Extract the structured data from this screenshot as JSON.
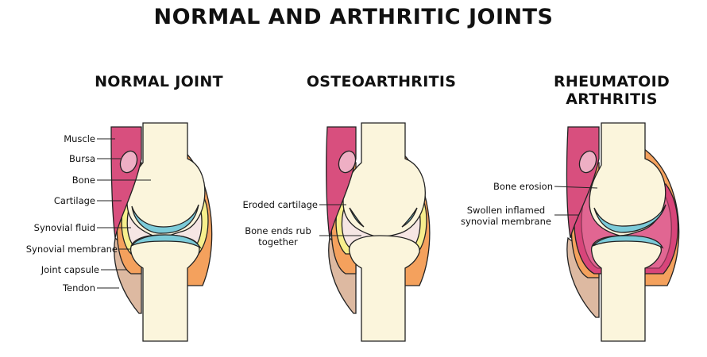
{
  "title": "NORMAL AND ARTHRITIC JOINTS",
  "panels": [
    {
      "title": "NORMAL JOINT",
      "labels": [
        "Muscle",
        "Bursa",
        "Bone",
        "Cartilage",
        "Synovial fluid",
        "Synovial membrane",
        "Joint capsule",
        "Tendon"
      ]
    },
    {
      "title": "OSTEOARTHRITIS",
      "labels": [
        "Eroded cartilage",
        "Bone ends rub",
        "together"
      ]
    },
    {
      "title": "RHEUMATOID ARTHRITIS",
      "labels": [
        "Bone erosion",
        "Swollen inflamed",
        "synovial membrane"
      ]
    }
  ],
  "colors": {
    "bone": "#fbf5dc",
    "muscle": "#d84f7e",
    "bursa": "#eeafc4",
    "capsule": "#f4a15d",
    "tendon": "#ddb9a1",
    "cartilage": "#7ccbd9",
    "synovial_membrane": "#f7ef8d",
    "synovial_fluid": "#f6e6e4",
    "inflamed_membrane": "#d8457a"
  }
}
